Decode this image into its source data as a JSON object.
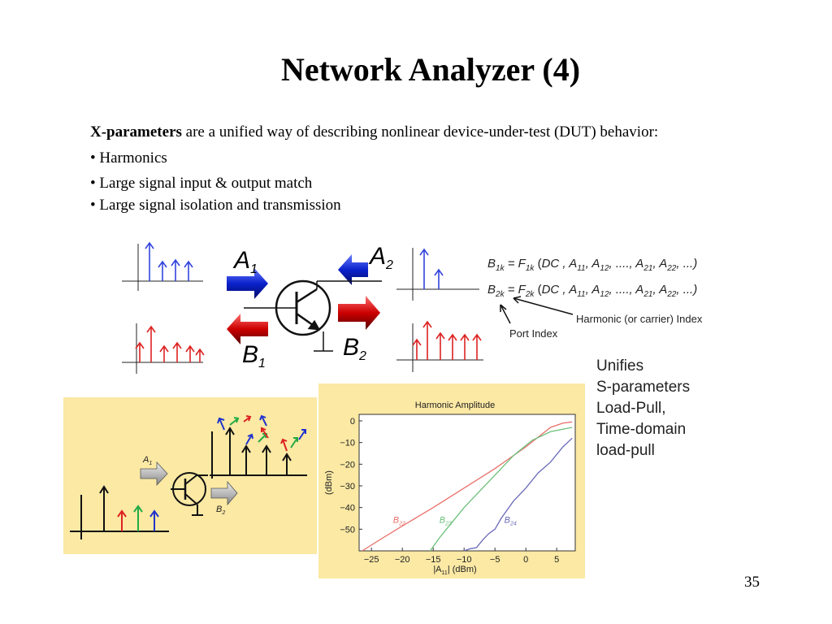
{
  "slide": {
    "title": "Network Analyzer (4)",
    "intro_bold": "X-parameters",
    "intro_rest": " are a unified way of describing nonlinear device-under-test (DUT) behavior:",
    "bullets": [
      "• Harmonics",
      "• Large signal input & output match",
      "• Large signal isolation and transmission"
    ],
    "page_number": "35"
  },
  "diagram": {
    "labels": {
      "a1": "A",
      "a1_sub": "1",
      "a2": "A",
      "a2_sub": "2",
      "b1": "B",
      "b1_sub": "1",
      "b2": "B",
      "b2_sub": "2"
    },
    "equations": {
      "b1": "B1k = F1k (DC, A11, A12, ..., A21, A22, ...)",
      "b2": "B2k = F2k (DC, A11, A12, ..., A21, A22, ...)"
    },
    "harmonic_index_label": "Harmonic (or carrier) Index",
    "port_index_label": "Port Index",
    "colors": {
      "incident": "#3344dd",
      "reflected": "#dd2222",
      "panel_bg": "#fbe9a4"
    }
  },
  "unifies": [
    "Unifies",
    "S-parameters",
    "Load-Pull,",
    "Time-domain",
    "load-pull"
  ],
  "lower_left": {
    "a1": "A",
    "a1_sub": "1",
    "b2": "B",
    "b2_sub": "2"
  },
  "chart_data": {
    "type": "line",
    "title": "Harmonic Amplitude",
    "xlabel": "|A11| (dBm)",
    "ylabel": "(dBm)",
    "xlim": [
      -27,
      8
    ],
    "ylim": [
      -60,
      3
    ],
    "xticks": [
      -25,
      -20,
      -15,
      -10,
      -5,
      0,
      5
    ],
    "yticks": [
      0,
      -10,
      -20,
      -30,
      -40,
      -50
    ],
    "tick_labels_x": [
      "−25",
      "−20",
      "−15",
      "−10",
      "−5",
      "0",
      "5"
    ],
    "tick_labels_y": [
      "0",
      "−10",
      "−20",
      "−30",
      "−40",
      "−50"
    ],
    "series": [
      {
        "name": "B22",
        "base": "B",
        "sub": "22",
        "color": "#e8706a",
        "x": [
          -26.5,
          -24,
          -20,
          -15,
          -10,
          -5,
          0,
          4,
          6,
          7.5
        ],
        "y": [
          -60,
          -55.5,
          -48.5,
          -40,
          -31,
          -22,
          -12,
          -3,
          -1,
          -0.5
        ]
      },
      {
        "name": "B23",
        "base": "B",
        "sub": "23",
        "color": "#6cc07a",
        "x": [
          -15.5,
          -14,
          -12,
          -10,
          -8,
          -5,
          -2,
          1,
          4,
          7.5
        ],
        "y": [
          -60,
          -54,
          -47,
          -40,
          -34,
          -25,
          -16,
          -9,
          -5,
          -3
        ]
      },
      {
        "name": "B24",
        "base": "B",
        "sub": "24",
        "color": "#6a6ab8",
        "x": [
          -10,
          -9,
          -8,
          -7,
          -6,
          -5,
          -4,
          -2,
          0,
          2,
          4,
          6,
          7.5
        ],
        "y": [
          -60,
          -59,
          -58.5,
          -55,
          -52,
          -50,
          -45,
          -37,
          -31,
          -24,
          -19,
          -12,
          -8
        ]
      }
    ],
    "series_label_positions": [
      {
        "x": -21.5,
        "y": -47
      },
      {
        "x": -14,
        "y": -47
      },
      {
        "x": -3.5,
        "y": -47
      }
    ]
  }
}
